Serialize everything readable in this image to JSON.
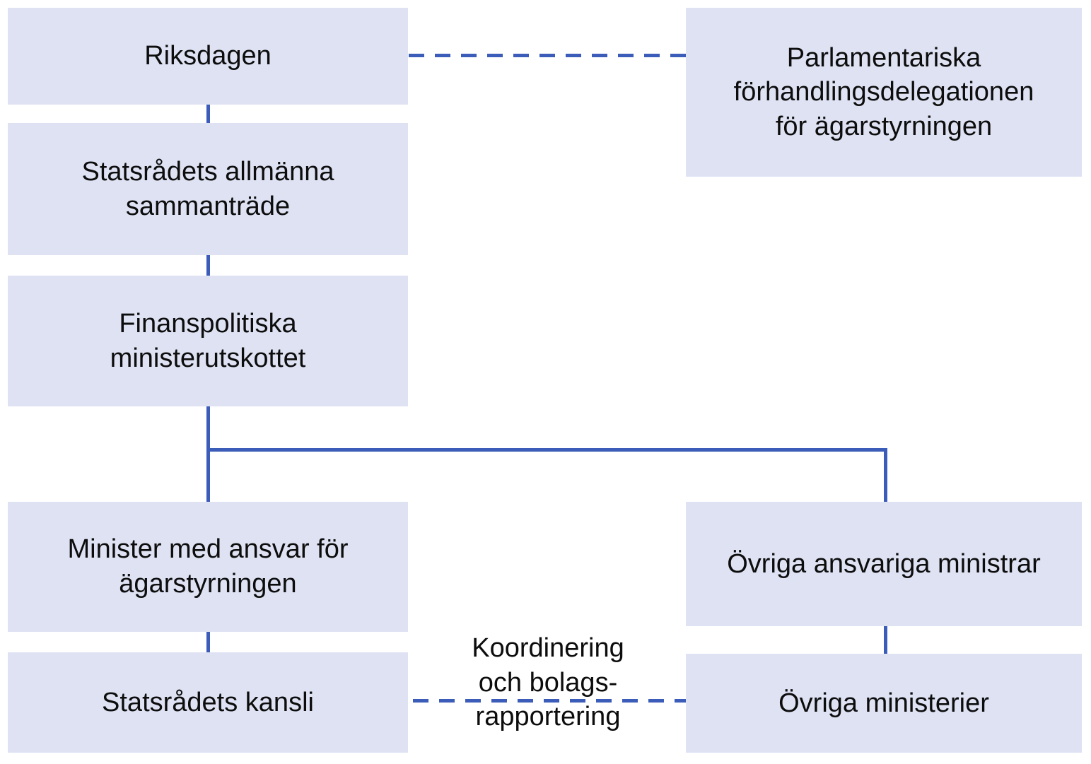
{
  "diagram": {
    "title": "Agarstyrning organisationsschema",
    "colors": {
      "node_fill": "#dee2f3",
      "connector": "#3b5cb8",
      "text": "#0d0d0d",
      "background": "#ffffff"
    },
    "nodes": [
      {
        "id": "riksdagen",
        "label": "Riksdagen"
      },
      {
        "id": "parlamentariska",
        "label": "Parlamentariska\nförhandlingsdelegationen\nför ägarstyrningen"
      },
      {
        "id": "statsradets-allmanna",
        "label": "Statsrådets allmänna\nsammanträde"
      },
      {
        "id": "finanspolitiska",
        "label": "Finanspolitiska\nministerutskottet"
      },
      {
        "id": "minister-ansvar",
        "label": "Minister med ansvar för\nägarstyrningen"
      },
      {
        "id": "ovriga-ministrar",
        "label": "Övriga ansvariga ministrar"
      },
      {
        "id": "statsradets-kansli",
        "label": "Statsrådets kansli"
      },
      {
        "id": "ovriga-ministerier",
        "label": "Övriga ministerier"
      }
    ],
    "edge_labels": [
      {
        "id": "koordinering",
        "label": "Koordinering\noch bolags-\nrapportering"
      }
    ]
  }
}
